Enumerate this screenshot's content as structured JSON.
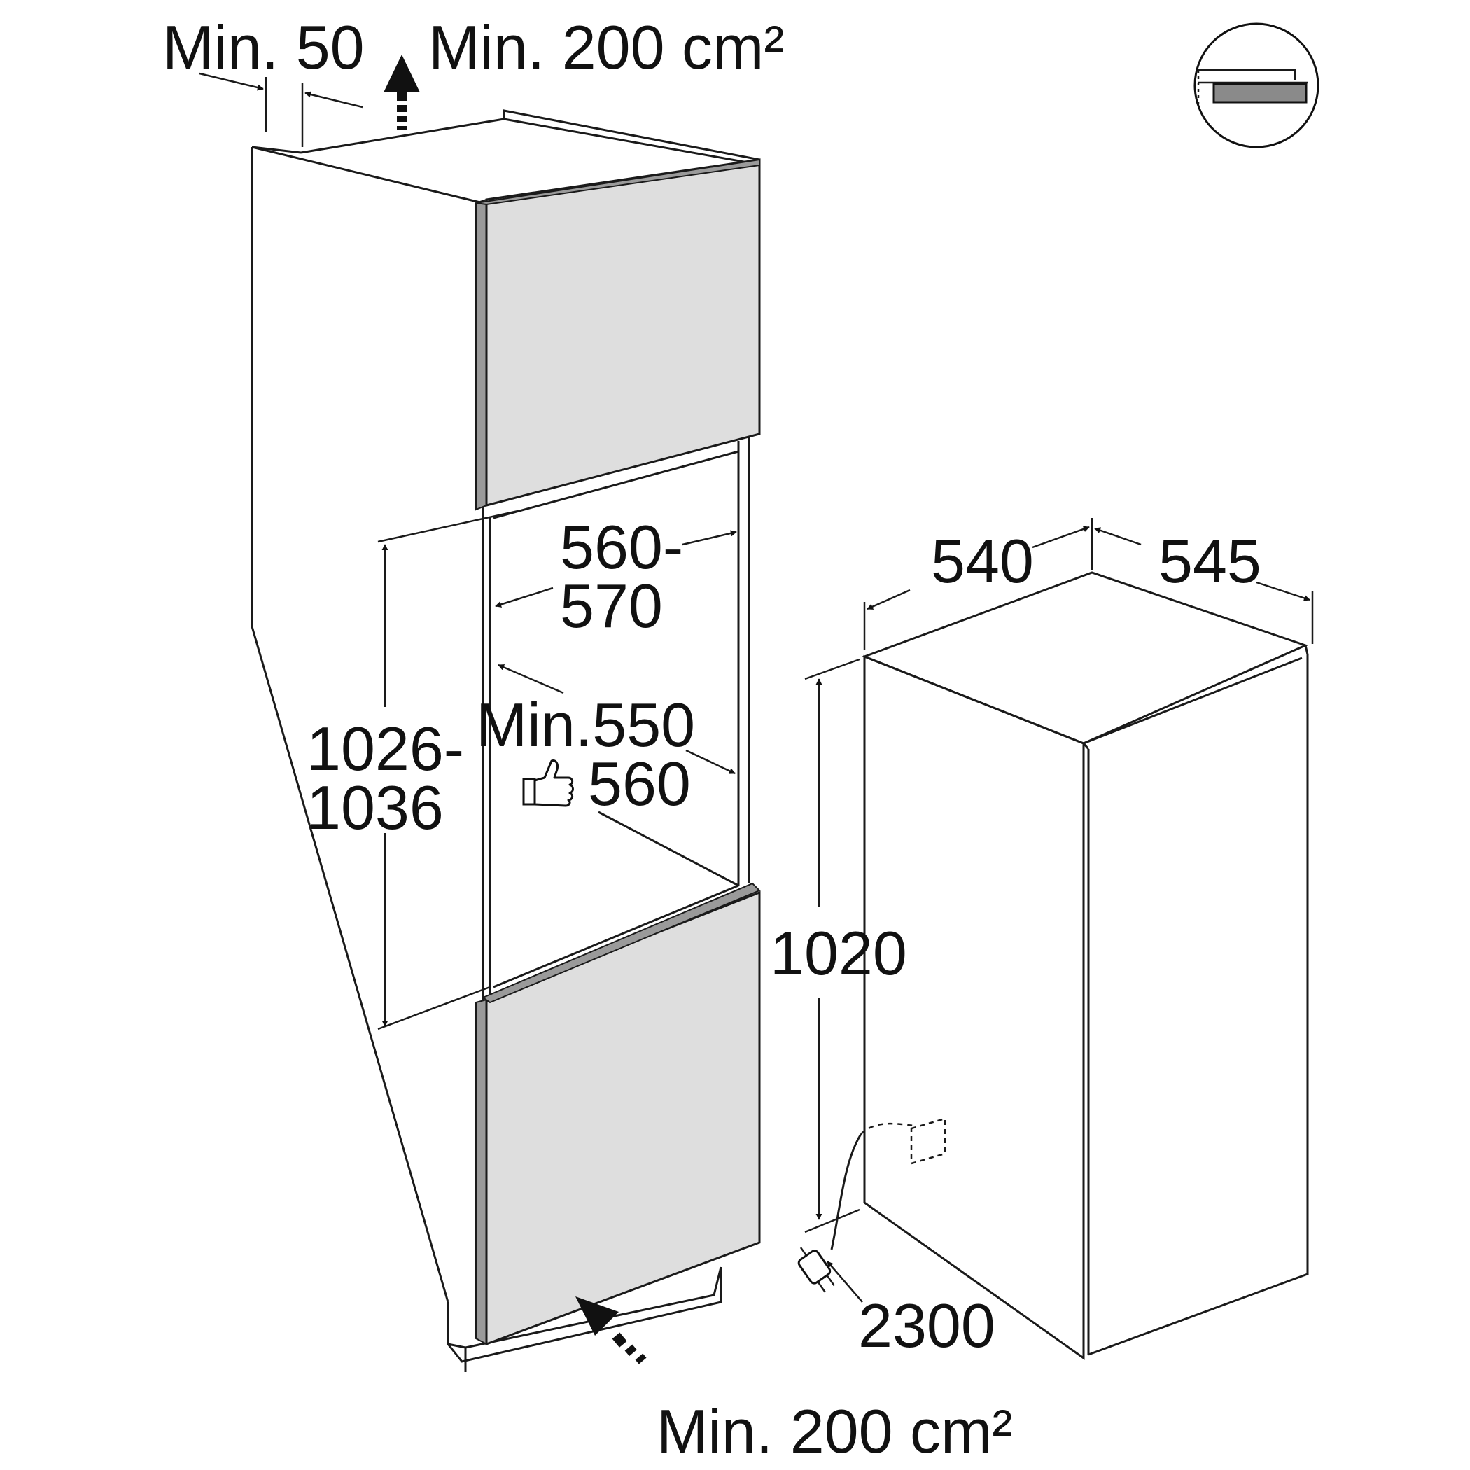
{
  "top_gap_label": "Min. 50",
  "top_vent_label": "Min. 200 cm²",
  "bottom_vent_label": "Min. 200 cm²",
  "niche_width": {
    "line1": "560-",
    "line2": "570"
  },
  "niche_depth": {
    "line1": "Min.550",
    "line2": "560"
  },
  "niche_height": {
    "line1": "1026-",
    "line2": "1036"
  },
  "appliance_width": "540",
  "appliance_depth": "545",
  "appliance_height": "1020",
  "cable_length": "2300",
  "icons": {
    "recommended": "thumbs-up-icon",
    "installation_type": "flush-door-icon",
    "plug": "power-plug-icon",
    "socket": "wall-socket-icon"
  }
}
